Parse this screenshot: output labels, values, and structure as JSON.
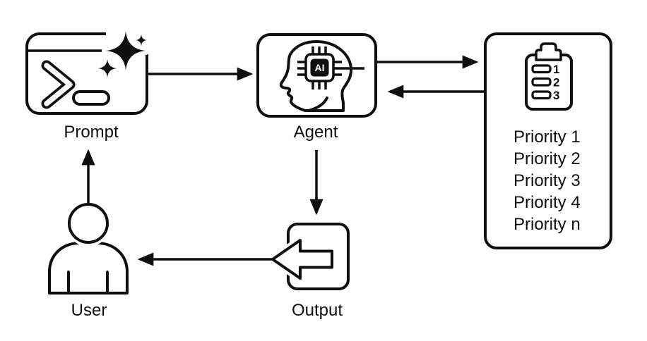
{
  "diagram": {
    "title": "",
    "colors": {
      "ink": "#0f0f0f",
      "background": "#ffffff"
    },
    "nodes": {
      "prompt": {
        "label": "Prompt"
      },
      "agent": {
        "label": "Agent",
        "chip_text": "AI"
      },
      "user": {
        "label": "User"
      },
      "output": {
        "label": "Output"
      },
      "priority": {
        "clipboard_numbers": [
          "1",
          "2",
          "3"
        ],
        "items": [
          "Priority 1",
          "Priority 2",
          "Priority 3",
          "Priority 4",
          "Priority n"
        ]
      }
    },
    "icons": {
      "prompt": "terminal-window-sparkles-icon",
      "agent": "head-ai-chip-icon",
      "priority": "clipboard-checklist-icon",
      "output": "left-arrow-export-icon",
      "user": "person-icon"
    },
    "edges": [
      {
        "from": "prompt",
        "to": "agent"
      },
      {
        "from": "agent",
        "to": "priority"
      },
      {
        "from": "priority",
        "to": "agent"
      },
      {
        "from": "agent",
        "to": "output"
      },
      {
        "from": "output",
        "to": "user"
      },
      {
        "from": "user",
        "to": "prompt"
      }
    ]
  }
}
